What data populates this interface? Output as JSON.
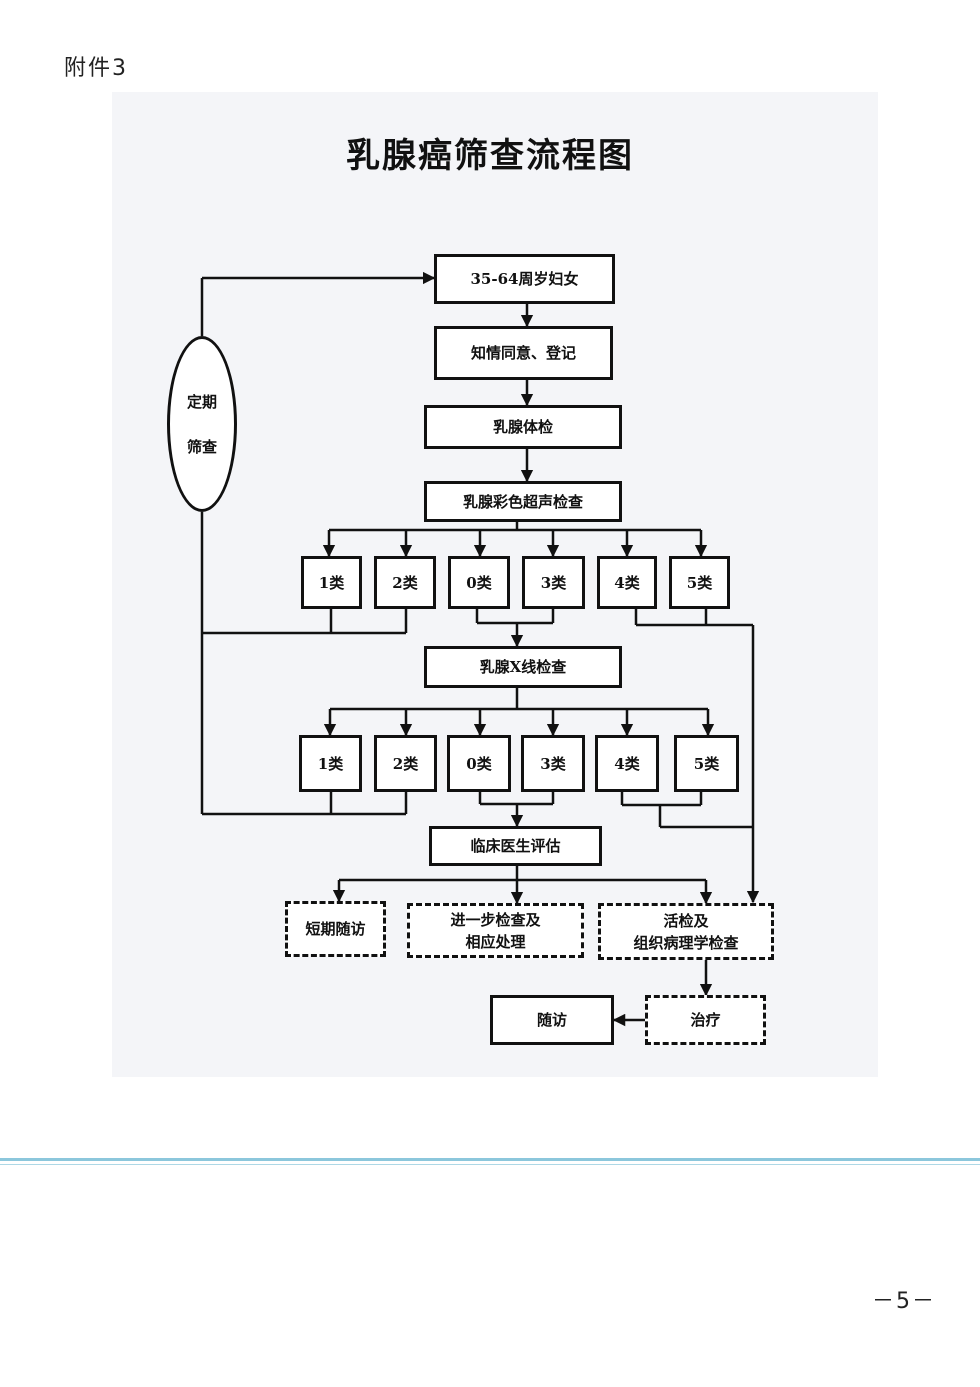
{
  "header": {
    "attachment": "附件3"
  },
  "title": "乳腺癌筛查流程图",
  "flow": {
    "women": "35-64周岁妇女",
    "consent": "知情同意、登记",
    "exam": "乳腺体检",
    "ultrasound": "乳腺彩色超声检查",
    "cycle_top": "定期",
    "cycle_bottom": "筛查",
    "us_classes": [
      "1类",
      "2类",
      "0类",
      "3类",
      "4类",
      "5类"
    ],
    "xray": "乳腺X线检查",
    "xr_classes": [
      "1类",
      "2类",
      "0类",
      "3类",
      "4类",
      "5类"
    ],
    "clinical": "临床医生评估",
    "short_followup": "短期随访",
    "further_1": "进一步检查及",
    "further_2": "相应处理",
    "biopsy_1": "活检及",
    "biopsy_2": "组织病理学检查",
    "treatment": "治疗",
    "followup": "随访"
  },
  "footer": {
    "page": "－5－"
  }
}
